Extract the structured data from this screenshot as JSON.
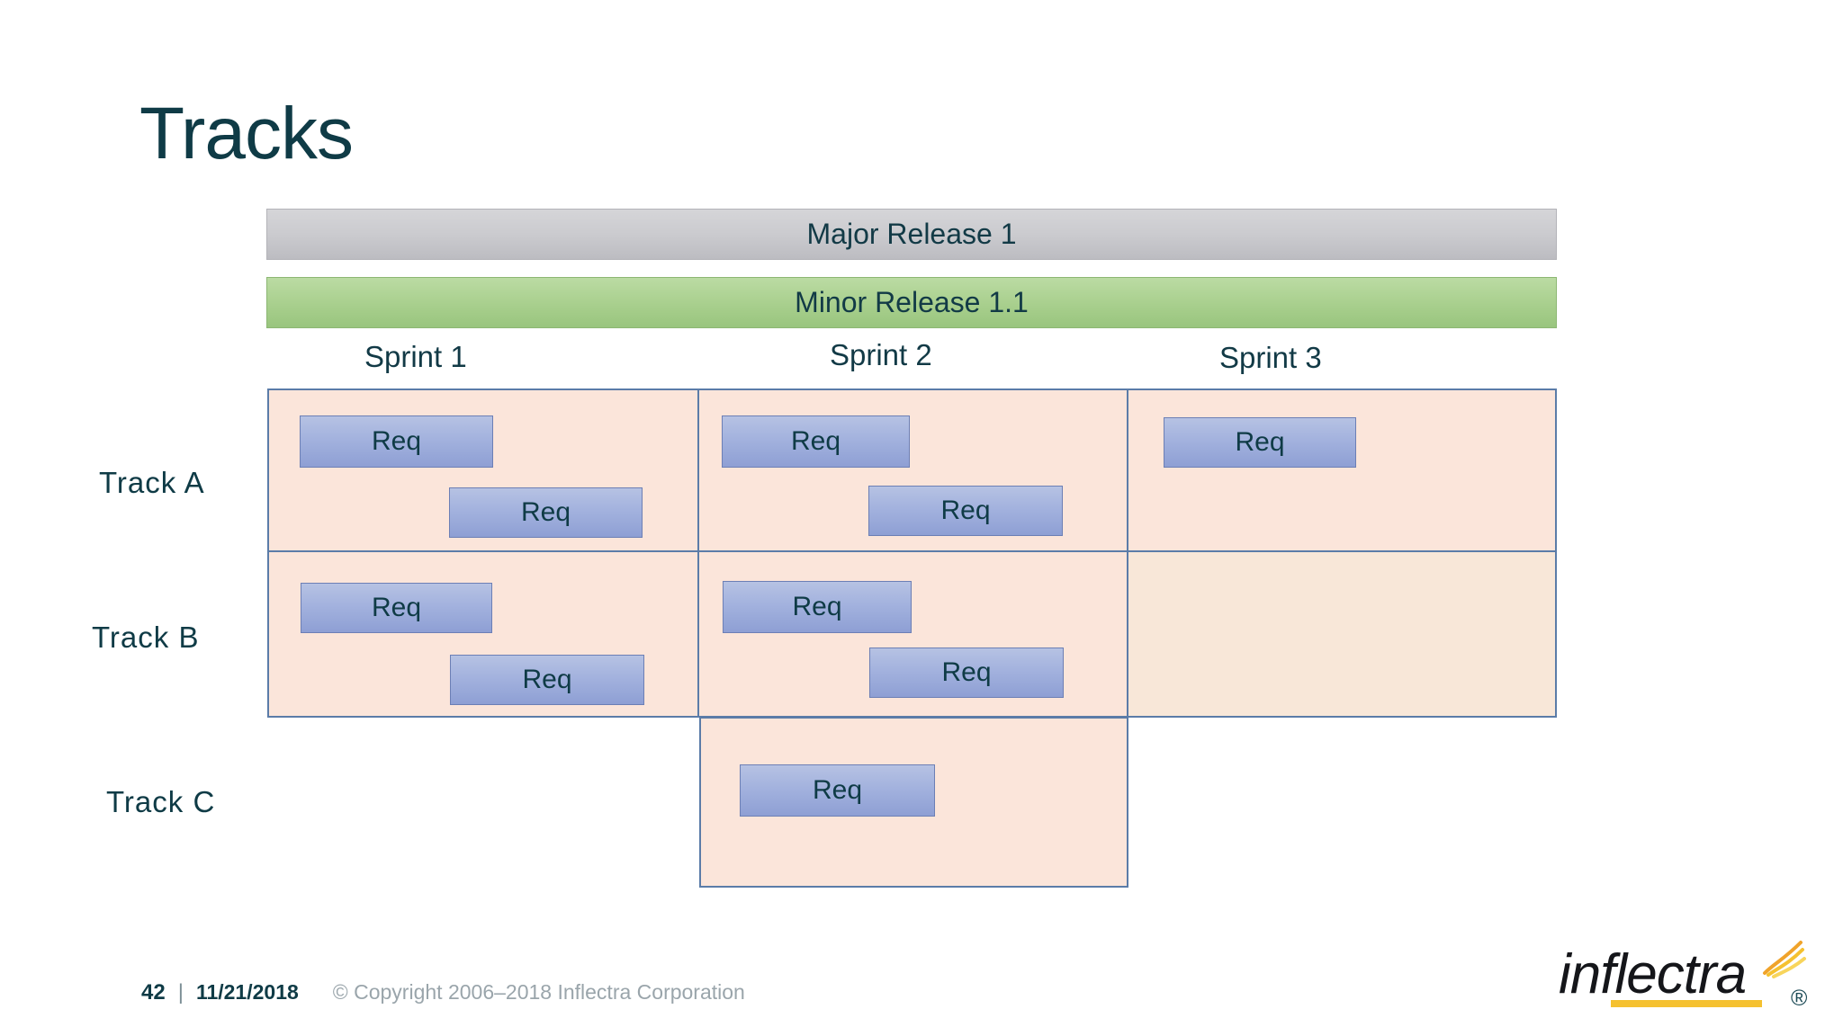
{
  "slide": {
    "title": "Tracks"
  },
  "releases": [
    {
      "id": "major",
      "label": "Major Release 1",
      "color": "#cbcbcf"
    },
    {
      "id": "minor",
      "label": "Minor Release 1.1",
      "color": "#a8cf8d"
    }
  ],
  "sprints": [
    {
      "label": "Sprint 1"
    },
    {
      "label": "Sprint 2"
    },
    {
      "label": "Sprint 3"
    }
  ],
  "tracks": [
    {
      "label": "Track A"
    },
    {
      "label": "Track B"
    },
    {
      "label": "Track C"
    }
  ],
  "grid": {
    "cell_color_a": "#fbe5da",
    "cell_color_b": "#f8e7d8",
    "cell_border_color": "#5b7ca8",
    "requirement_label": "Req",
    "requirement_fill": "#a3b2de",
    "requirement_border": "#6c7fb5",
    "rows": [
      {
        "track": "Track A",
        "cells": [
          {
            "sprint": "Sprint 1",
            "requirements": [
              "Req",
              "Req"
            ]
          },
          {
            "sprint": "Sprint 2",
            "requirements": [
              "Req",
              "Req"
            ]
          },
          {
            "sprint": "Sprint 3",
            "requirements": [
              "Req"
            ]
          }
        ]
      },
      {
        "track": "Track B",
        "cells": [
          {
            "sprint": "Sprint 1",
            "requirements": [
              "Req",
              "Req"
            ]
          },
          {
            "sprint": "Sprint 2",
            "requirements": [
              "Req",
              "Req"
            ]
          },
          {
            "sprint": "Sprint 3",
            "requirements": []
          }
        ]
      },
      {
        "track": "Track C",
        "cells": [
          {
            "sprint": "Sprint 2",
            "requirements": [
              "Req"
            ]
          }
        ]
      }
    ]
  },
  "footer": {
    "page_number": "42",
    "separator": "|",
    "date": "11/21/2018",
    "copyright": "© Copyright 2006–2018 Inflectra Corporation"
  },
  "logo": {
    "wordmark": "inflectra",
    "registered": "®",
    "accent_color": "#f5c130"
  }
}
